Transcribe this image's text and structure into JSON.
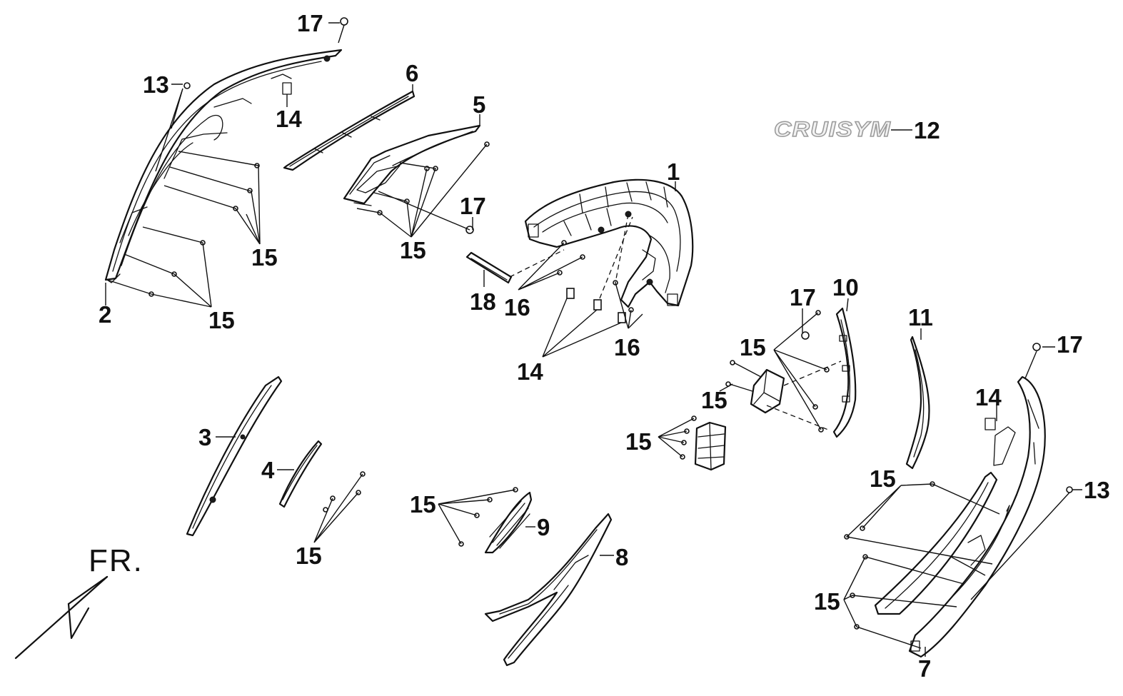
{
  "direction_label": "FR.",
  "emblem_text": "CRUISYM",
  "callouts": [
    {
      "id": "c17a",
      "text": "17"
    },
    {
      "id": "c13a",
      "text": "13"
    },
    {
      "id": "c14a",
      "text": "14"
    },
    {
      "id": "c6",
      "text": "6"
    },
    {
      "id": "c5",
      "text": "5"
    },
    {
      "id": "c12",
      "text": "12"
    },
    {
      "id": "c1",
      "text": "1"
    },
    {
      "id": "c15a",
      "text": "15"
    },
    {
      "id": "c15b",
      "text": "15"
    },
    {
      "id": "c17b",
      "text": "17"
    },
    {
      "id": "c2",
      "text": "2"
    },
    {
      "id": "c15c",
      "text": "15"
    },
    {
      "id": "c18",
      "text": "18"
    },
    {
      "id": "c16a",
      "text": "16"
    },
    {
      "id": "c17c",
      "text": "17"
    },
    {
      "id": "c10",
      "text": "10"
    },
    {
      "id": "c11",
      "text": "11"
    },
    {
      "id": "c15d",
      "text": "15"
    },
    {
      "id": "c16b",
      "text": "16"
    },
    {
      "id": "c14b",
      "text": "14"
    },
    {
      "id": "c17d",
      "text": "17"
    },
    {
      "id": "c15e",
      "text": "15"
    },
    {
      "id": "c14c",
      "text": "14"
    },
    {
      "id": "c3",
      "text": "3"
    },
    {
      "id": "c15f",
      "text": "15"
    },
    {
      "id": "c4",
      "text": "4"
    },
    {
      "id": "c15g",
      "text": "15"
    },
    {
      "id": "c13b",
      "text": "13"
    },
    {
      "id": "c9",
      "text": "9"
    },
    {
      "id": "c15h",
      "text": "15"
    },
    {
      "id": "c15i",
      "text": "15"
    },
    {
      "id": "c8",
      "text": "8"
    },
    {
      "id": "c15j",
      "text": "15"
    },
    {
      "id": "c7",
      "text": "7"
    }
  ]
}
